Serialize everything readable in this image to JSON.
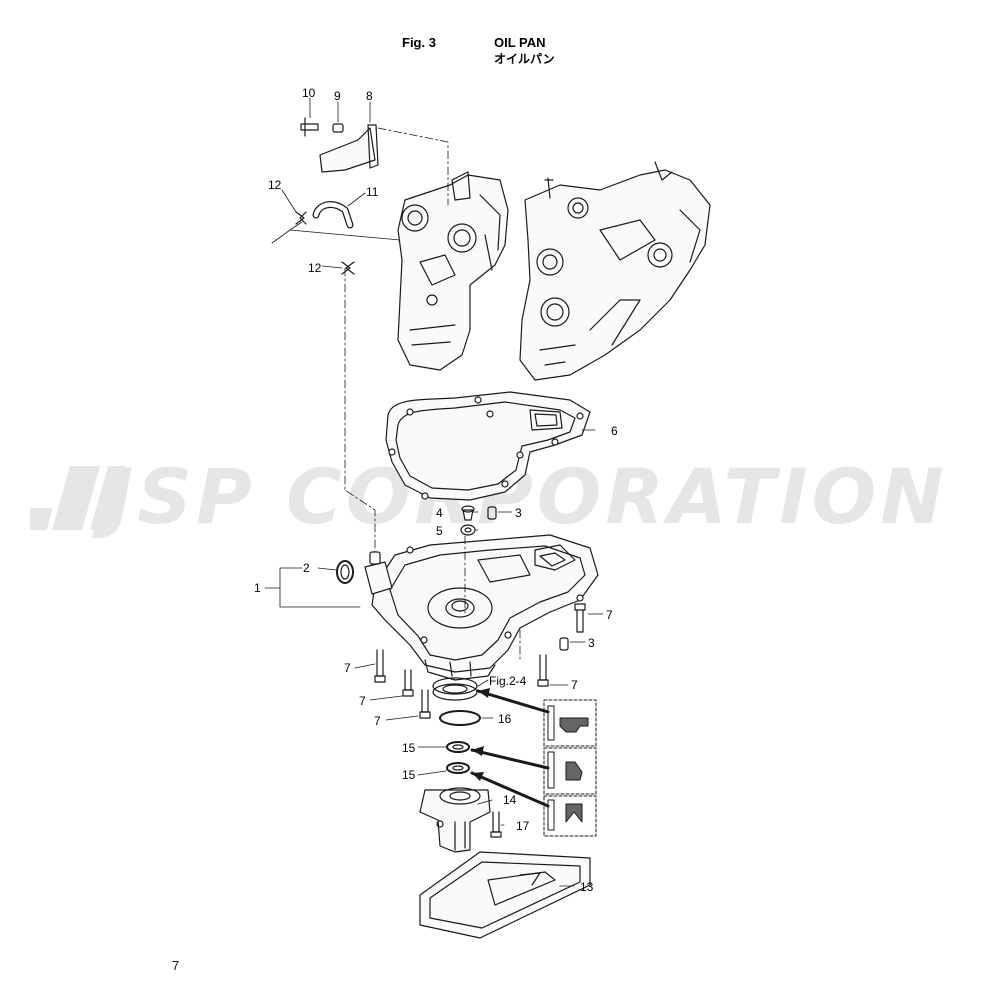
{
  "header": {
    "figure_number": "Fig. 3",
    "title_en": "OIL PAN",
    "title_jp": "オイルパン"
  },
  "watermark": {
    "text": "JSP CORPORATION"
  },
  "footer": {
    "page_number": "7"
  },
  "callouts": {
    "c1": "1",
    "c2": "2",
    "c3a": "3",
    "c3b": "3",
    "c4": "4",
    "c5": "5",
    "c6": "6",
    "c7a": "7",
    "c7b": "7",
    "c7c": "7",
    "c7d": "7",
    "c7e": "7",
    "c8": "8",
    "c9": "9",
    "c10": "10",
    "c11": "11",
    "c12a": "12",
    "c12b": "12",
    "c13": "13",
    "c14": "14",
    "c15a": "15",
    "c15b": "15",
    "c16": "16",
    "c17": "17",
    "ref_fig": "Fig.2-4"
  },
  "colors": {
    "line": "#1a1a1a",
    "watermark": "#e6e6e6"
  }
}
